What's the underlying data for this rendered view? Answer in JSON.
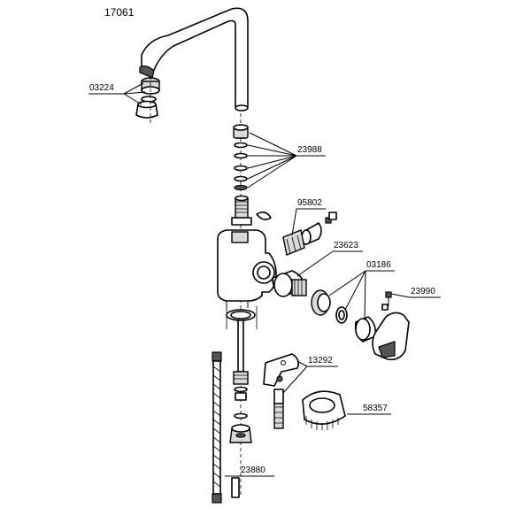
{
  "diagram": {
    "model_number": "17061",
    "parts": {
      "aerator": "03224",
      "o_ring_set": "23988",
      "clip": "95802",
      "cartridge": "23623",
      "cartridge_nut_set": "03186",
      "handle_screw": "23990",
      "bracket_set": "13292",
      "mounting_plate": "58357",
      "hoses": "23880"
    }
  }
}
